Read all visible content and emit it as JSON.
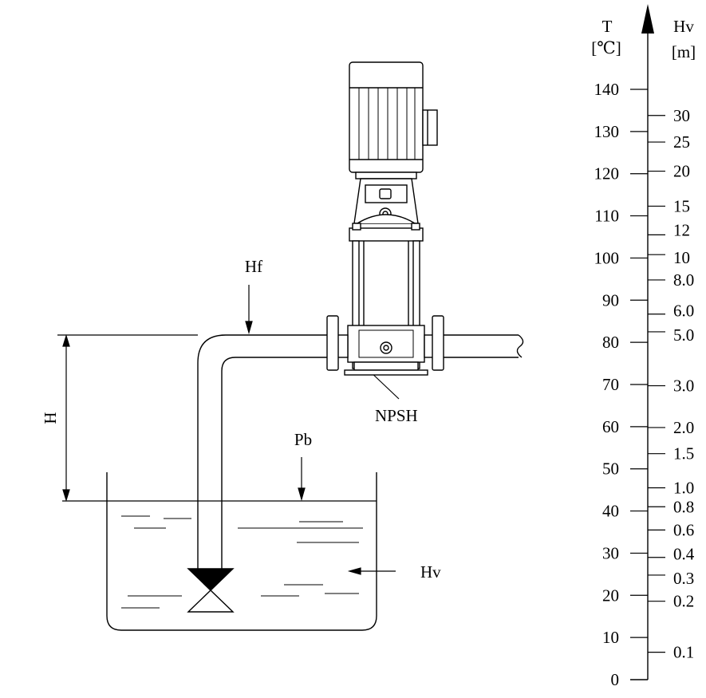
{
  "labels": {
    "hf": "Hf",
    "h": "H",
    "npsh": "NPSH",
    "pb": "Pb",
    "hv": "Hv"
  },
  "scale": {
    "left_title": "T",
    "left_unit": "[℃]",
    "right_title": "Hv",
    "right_unit": "[m]",
    "temperature_ticks": [
      "140",
      "130",
      "120",
      "110",
      "100",
      "90",
      "80",
      "70",
      "60",
      "50",
      "40",
      "30",
      "20",
      "10",
      "0"
    ],
    "hv_ticks": [
      "30",
      "25",
      "20",
      "15",
      "12",
      "10",
      "8.0",
      "6.0",
      "5.0",
      "3.0",
      "2.0",
      "1.5",
      "1.0",
      "0.8",
      "0.6",
      "0.4",
      "0.3",
      "0.2",
      "0.1"
    ]
  }
}
